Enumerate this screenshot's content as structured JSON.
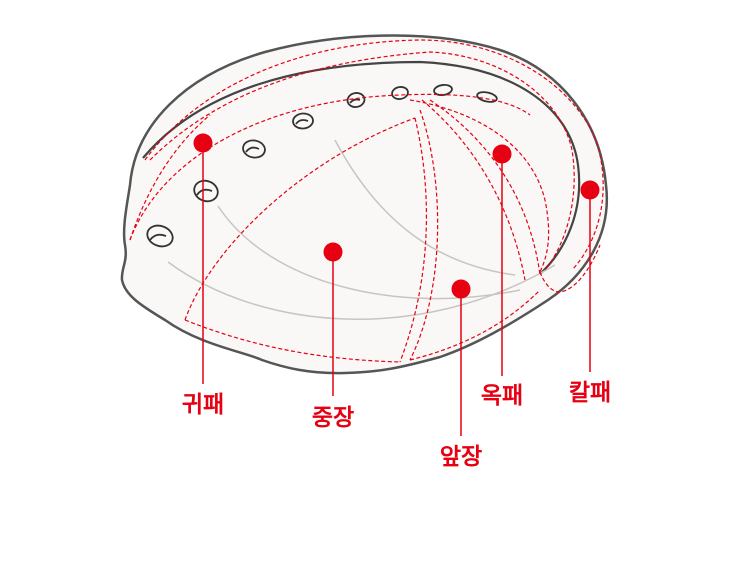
{
  "diagram": {
    "subject": "abalone-shell",
    "accent_color": "#e60012",
    "shell_outline_color": "#555555",
    "shell_fill_color": "#f9f8f7",
    "labels": {
      "gwipae": "귀패",
      "jungjang": "중장",
      "apjang": "앞장",
      "okpae": "옥패",
      "kalpae": "칼패"
    }
  }
}
